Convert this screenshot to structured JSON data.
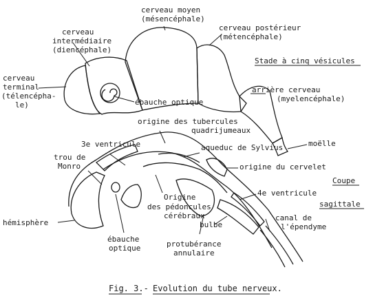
{
  "labels": {
    "cerveau_moyen": [
      "cerveau moyen",
      "(mésencéphale)"
    ],
    "cerveau_posterieur": [
      "cerveau postérieur",
      "(métencéphale)"
    ],
    "cerveau_intermediaire": [
      "cerveau",
      "intermédiaire",
      "(diencéphale)"
    ],
    "cerveau_terminal": [
      "cerveau",
      "terminal",
      "(télencépha-",
      "le)"
    ],
    "stade": "Stade à cinq vésicules",
    "ebauche_optique_top": "ébauche optique",
    "arriere_cerveau": [
      "arrière cerveau",
      "(myelencéphale)"
    ],
    "moelle": "moëlle",
    "origine_tubercules": [
      "origine des tubercules",
      "quadrijumeaux"
    ],
    "ventricule_3": "3e ventricule",
    "aqueduc": "aqueduc de Sylvius",
    "trou_monro": [
      "trou de",
      "Monro"
    ],
    "origine_cervelet": "origine du cervelet",
    "coupe": "Coupe",
    "ventricule_4": "4e ventricule",
    "origine_pedoncules": [
      "Origine",
      "des pédoncules",
      "cérébraux"
    ],
    "sagittale": "sagittale",
    "canal_ependyme": [
      "canal de",
      "l'épendyme"
    ],
    "hemisphere": "hémisphère",
    "bulbe": "bulbe",
    "ebauche_optique_bottom": [
      "ébauche",
      "optique"
    ],
    "protuberance": [
      "protubérance",
      "annulaire"
    ]
  },
  "caption": {
    "fig": "Fig. 3.-",
    "title": "Evolution du tube nerveux."
  }
}
